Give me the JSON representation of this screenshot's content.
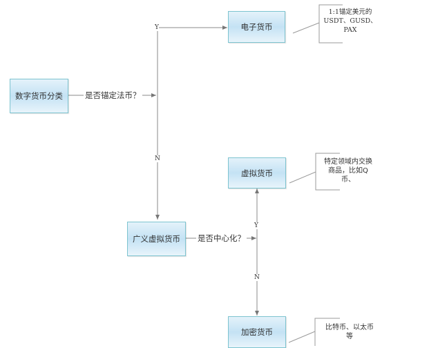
{
  "diagram": {
    "nodes": {
      "root": "数字货币分类",
      "electronic": "电子货币",
      "broad_virtual": "广义虚拟货币",
      "virtual": "虚拟货币",
      "crypto": "加密货币"
    },
    "questions": {
      "pegged": "是否锚定法币？",
      "centralized": "是否中心化？"
    },
    "branches": {
      "yes": "Y",
      "no": "N"
    },
    "notes": {
      "electronic": [
        "1:1锚定美元的",
        "USDT、GUSD、",
        "PAX"
      ],
      "virtual": [
        "特定领域内交换",
        "商品，比如Q",
        "币、"
      ],
      "crypto": [
        "比特币、以太币",
        "等"
      ]
    },
    "colors": {
      "box_border": "#7cc3cf",
      "box_fill": "#c4e2f4",
      "line": "#777777"
    }
  }
}
